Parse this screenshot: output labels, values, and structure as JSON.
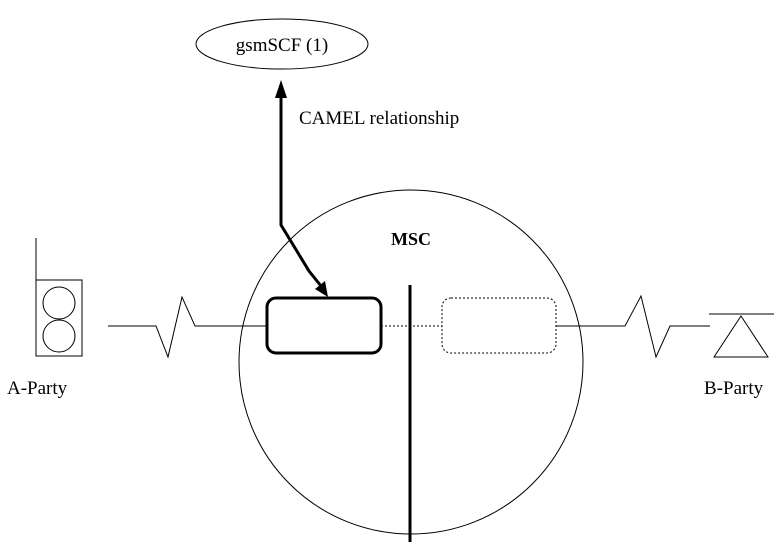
{
  "diagram": {
    "scf_node": {
      "label": "gsmSCF (1)"
    },
    "relationship": {
      "label": "CAMEL relationship"
    },
    "msc": {
      "label": "MSC"
    },
    "a_party": {
      "label": "A-Party",
      "icon": "mobile-phone-icon"
    },
    "b_party": {
      "label": "B-Party",
      "icon": "fixed-terminal-icon"
    },
    "colors": {
      "stroke": "#000000",
      "background": "#ffffff"
    }
  }
}
